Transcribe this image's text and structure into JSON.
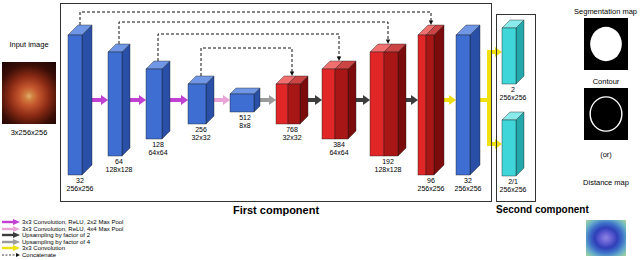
{
  "diagram": {
    "nodes": [
      {
        "text": [
          "Input image",
          "3x256x256"
        ]
      },
      {
        "text": [
          "First component"
        ]
      },
      {
        "text": [
          "32",
          "256x256"
        ],
        "in": 1
      },
      {
        "text": [
          "64",
          "128x128"
        ],
        "in": 1
      },
      {
        "text": [
          "128",
          "64x64"
        ],
        "in": 1
      },
      {
        "text": [
          "256",
          "32x32"
        ],
        "in": 1
      },
      {
        "text": [
          "512",
          "8x8"
        ],
        "in": 1
      },
      {
        "text": [
          "768",
          "32x32"
        ],
        "in": 1
      },
      {
        "text": [
          "384",
          "64x64"
        ],
        "in": 1
      },
      {
        "text": [
          "192",
          "128x128"
        ],
        "in": 1
      },
      {
        "text": [
          "96",
          "256x256"
        ],
        "in": 1
      },
      {
        "text": [
          "32",
          "256x256"
        ],
        "in": 1
      },
      {
        "text": [
          "Second component"
        ]
      },
      {
        "text": [
          "2",
          "256x256"
        ],
        "in": 12
      },
      {
        "text": [
          "2/1",
          "256x256"
        ],
        "in": 12
      },
      {
        "text": [
          "Segmentation map"
        ]
      },
      {
        "text": [
          "Contour"
        ]
      },
      {
        "text": [
          "Distance map"
        ]
      }
    ],
    "edges": [
      {
        "from": 2,
        "to": 3,
        "arrow": "to"
      },
      {
        "from": 3,
        "to": 4,
        "arrow": "to"
      },
      {
        "from": 4,
        "to": 5,
        "arrow": "to"
      },
      {
        "from": 5,
        "to": 6,
        "arrow": "to"
      },
      {
        "from": 6,
        "to": 7,
        "arrow": "to"
      },
      {
        "from": 7,
        "to": 8,
        "arrow": "to"
      },
      {
        "from": 8,
        "to": 9,
        "arrow": "to"
      },
      {
        "from": 9,
        "to": 10,
        "arrow": "to"
      },
      {
        "from": 10,
        "to": 11,
        "arrow": "to"
      },
      {
        "from": 11,
        "to": 13,
        "arrow": "to"
      },
      {
        "from": 11,
        "to": 14,
        "arrow": "to"
      },
      {
        "from": 2,
        "to": 10,
        "arrow": "to"
      },
      {
        "from": 3,
        "to": 9,
        "arrow": "to"
      },
      {
        "from": 4,
        "to": 8,
        "arrow": "to"
      },
      {
        "from": 5,
        "to": 7,
        "arrow": "to"
      }
    ],
    "labels": [
      "(or)"
    ],
    "legend": [
      {
        "text": "3x3 Convolution, ReLU, 2x2 Max Pool",
        "color": "#c23fd3"
      },
      {
        "text": "3x3 Convolution, ReLU, 4x4 Max Pool",
        "color": "#e9a3d6"
      },
      {
        "text": "Upsampling by factor of 2",
        "color": "#3d3d3d"
      },
      {
        "text": "Upsampling by factor of 4",
        "color": "#9b9b9b"
      },
      {
        "text": "3x3 Convolution",
        "color": "#f0e010"
      },
      {
        "text": "Concatenate"
      }
    ]
  }
}
